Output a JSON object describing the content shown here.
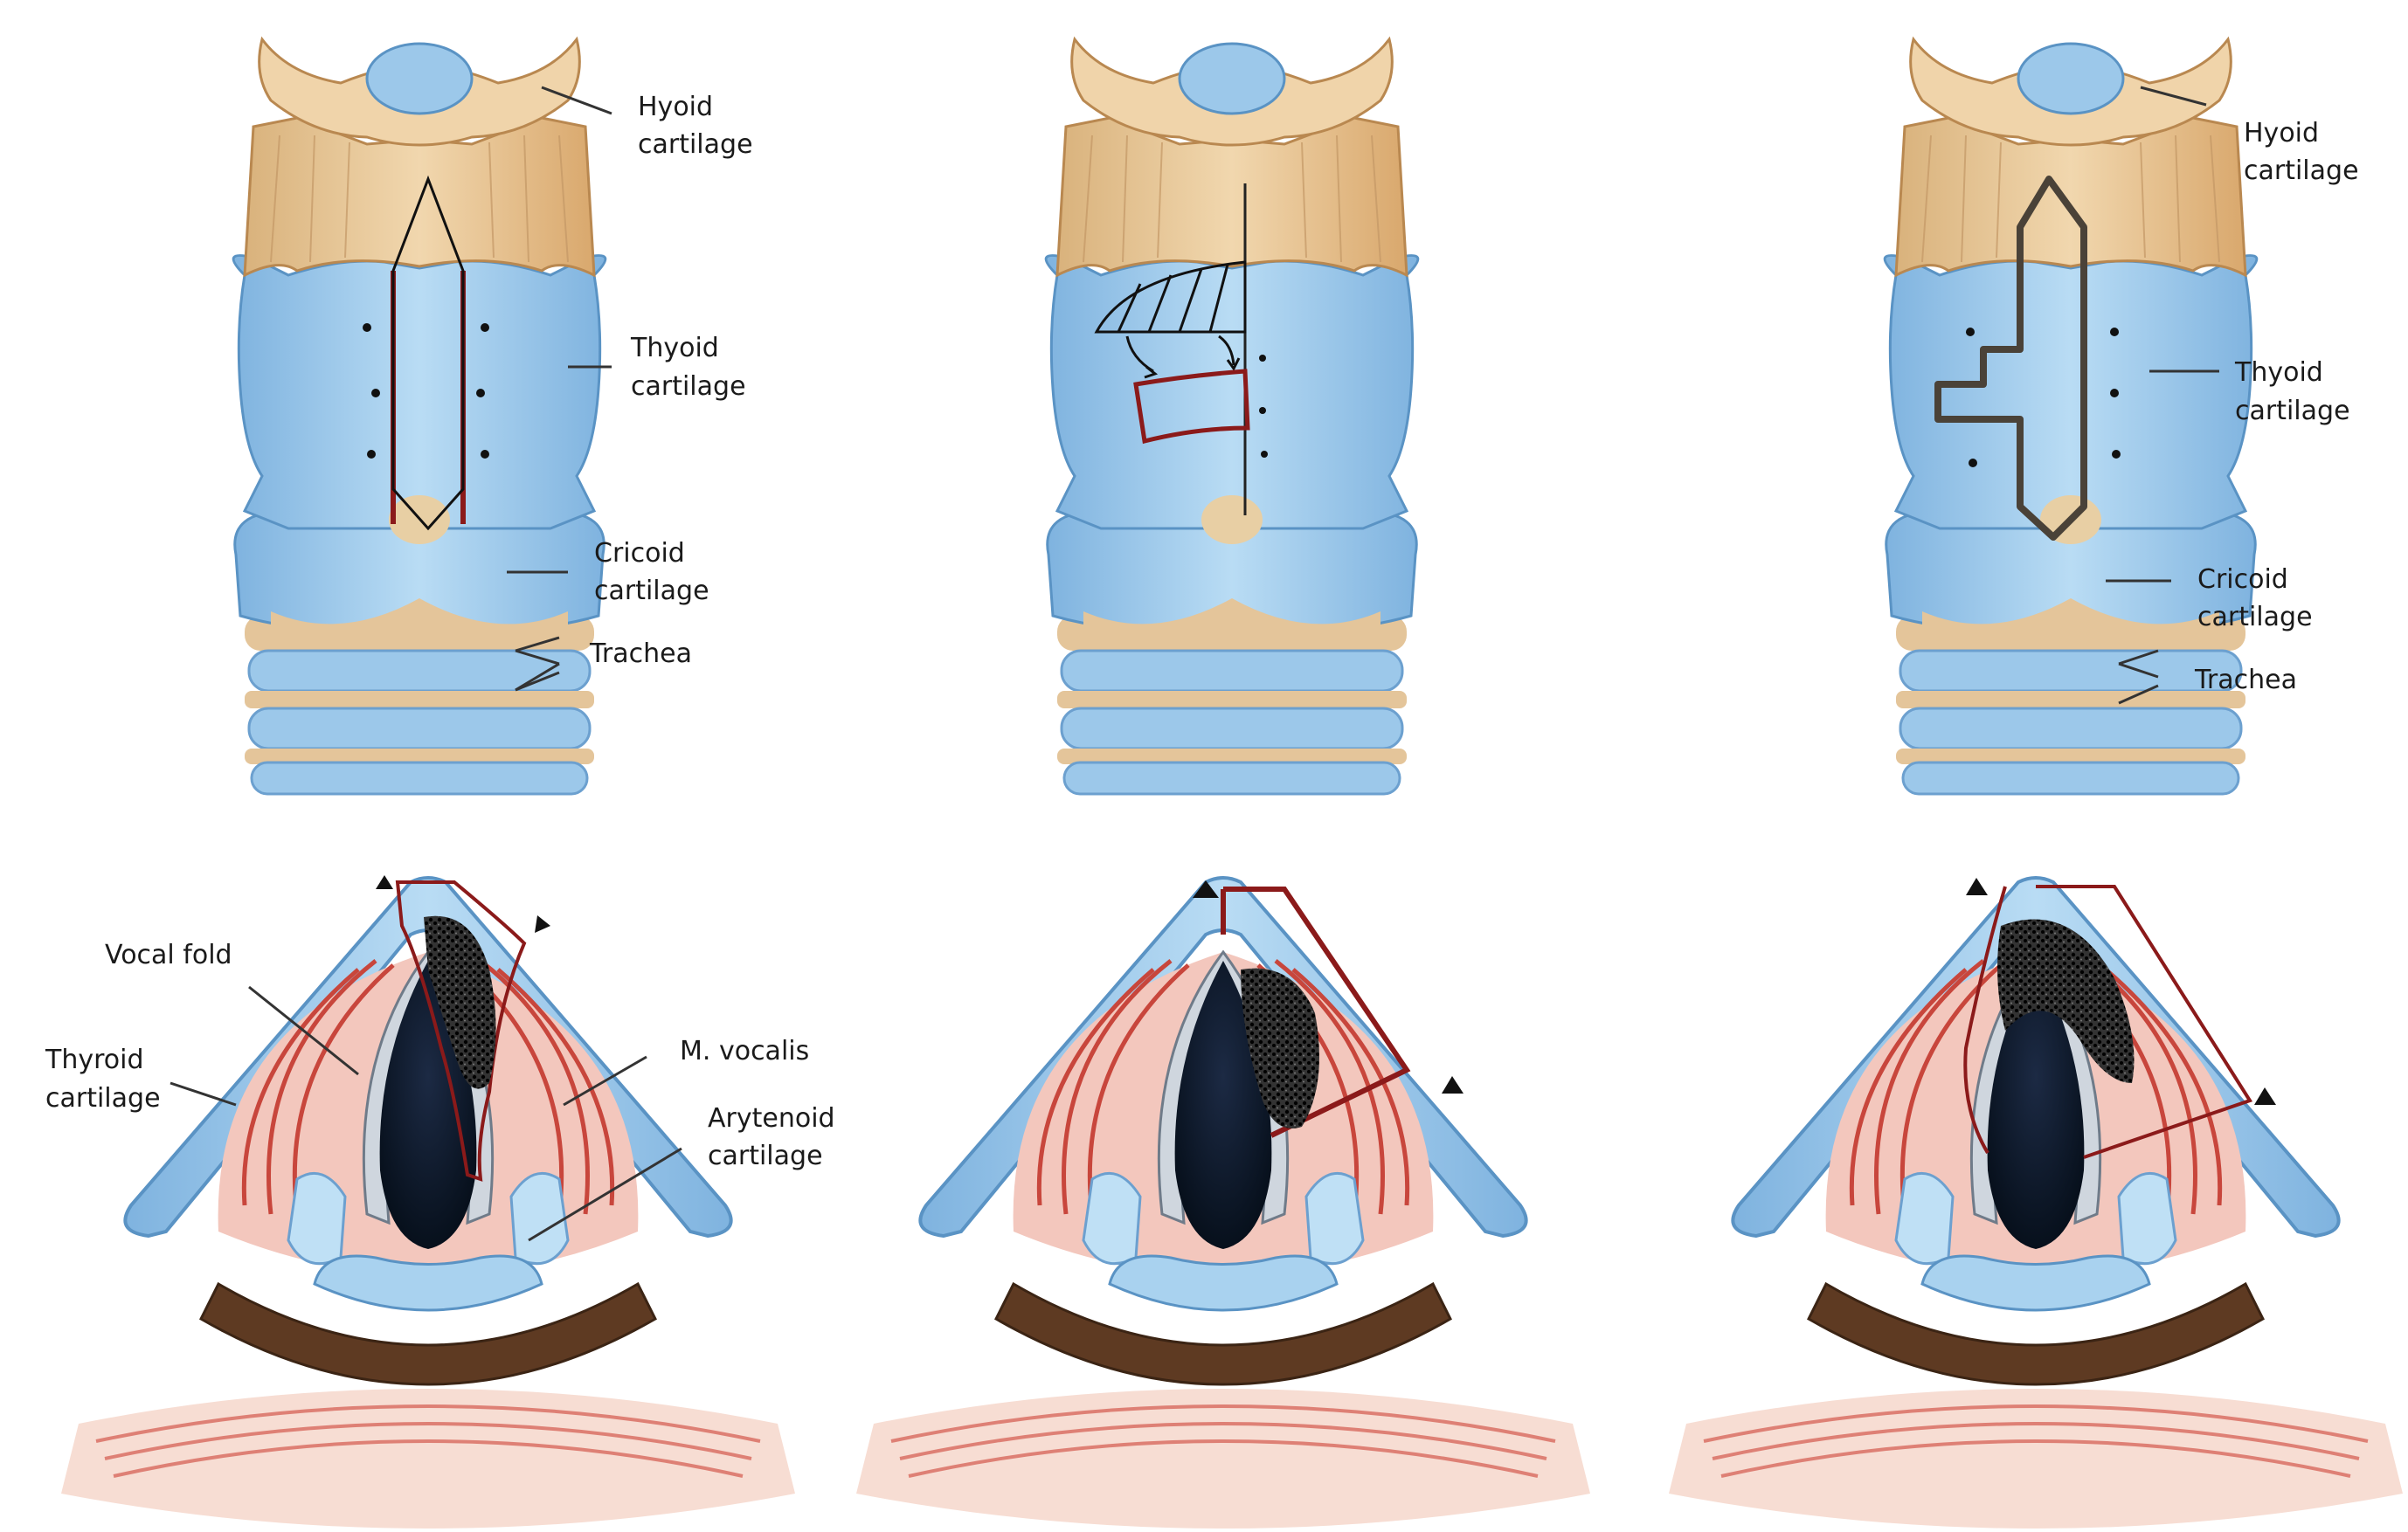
{
  "figure": {
    "top_panels": [
      {
        "id": "top-left",
        "labels": {
          "hyoid": [
            "Hyoid",
            "cartilage"
          ],
          "thyroid": [
            "Thyoid",
            "cartilage"
          ],
          "cricoid": [
            "Cricoid",
            "cartilage"
          ],
          "trachea": "Trachea"
        }
      },
      {
        "id": "top-middle"
      },
      {
        "id": "top-right",
        "labels": {
          "hyoid": [
            "Hyoid",
            "cartilage"
          ],
          "thyroid": [
            "Thyoid",
            "cartilage"
          ],
          "cricoid": [
            "Cricoid",
            "cartilage"
          ],
          "trachea": "Trachea"
        }
      }
    ],
    "bottom_panels": [
      {
        "id": "bottom-left",
        "labels": {
          "vocal_fold": "Vocal fold",
          "thyroid": [
            "Thyroid",
            "cartilage"
          ],
          "m_vocalis": "M. vocalis",
          "arytenoid": [
            "Arytenoid",
            "cartilage"
          ]
        }
      },
      {
        "id": "bottom-middle"
      },
      {
        "id": "bottom-right"
      }
    ]
  },
  "colors": {
    "hyoid": "#9cc8ea",
    "thyroid_lamina": "#eac79a",
    "cartilage_blue": "#a9d2ef",
    "cartilage_dark": "#5a93c4",
    "muscle": "#c8463c",
    "incision": "#8b1a1a",
    "graft_outline": "#4a4238",
    "tumor": "#111111",
    "glottis": "#0f1b2e"
  }
}
